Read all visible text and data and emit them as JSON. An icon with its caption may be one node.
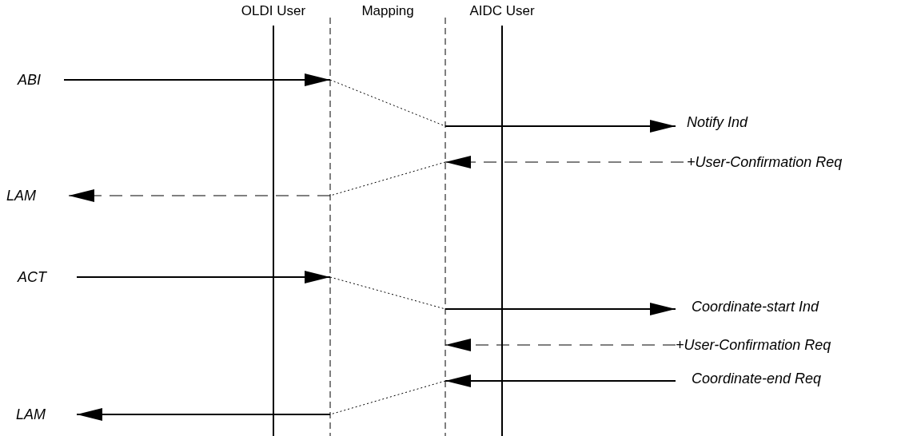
{
  "diagram": {
    "nodes": [
      {
        "text": [
          "OLDI User"
        ]
      },
      {
        "text": [
          "Mapping"
        ]
      },
      {
        "text": [
          "AIDC User"
        ]
      },
      {
        "text": [
          "ABI"
        ]
      },
      {
        "text": [
          "Notify Ind"
        ]
      },
      {
        "text": [
          "+User-Confirmation Req"
        ]
      },
      {
        "text": [
          "LAM"
        ]
      },
      {
        "text": [
          "ACT"
        ]
      },
      {
        "text": [
          "Coordinate-start Ind"
        ]
      },
      {
        "text": [
          "+User-Confirmation Req"
        ]
      },
      {
        "text": [
          "Coordinate-end Req"
        ]
      },
      {
        "text": [
          "LAM"
        ]
      }
    ],
    "edges": [
      {
        "from": 3,
        "to": null,
        "arrow": "to"
      },
      {
        "from": null,
        "to": 4,
        "arrow": "to"
      },
      {
        "from": 5,
        "to": null,
        "arrow": "to",
        "style": "dashed"
      },
      {
        "from": null,
        "to": 6,
        "arrow": "to",
        "style": "dashed"
      },
      {
        "from": 7,
        "to": null,
        "arrow": "to"
      },
      {
        "from": null,
        "to": 8,
        "arrow": "to"
      },
      {
        "from": 9,
        "to": null,
        "arrow": "to",
        "style": "dashed"
      },
      {
        "from": 10,
        "to": null,
        "arrow": "to"
      },
      {
        "from": null,
        "to": 11,
        "arrow": "to"
      }
    ]
  }
}
